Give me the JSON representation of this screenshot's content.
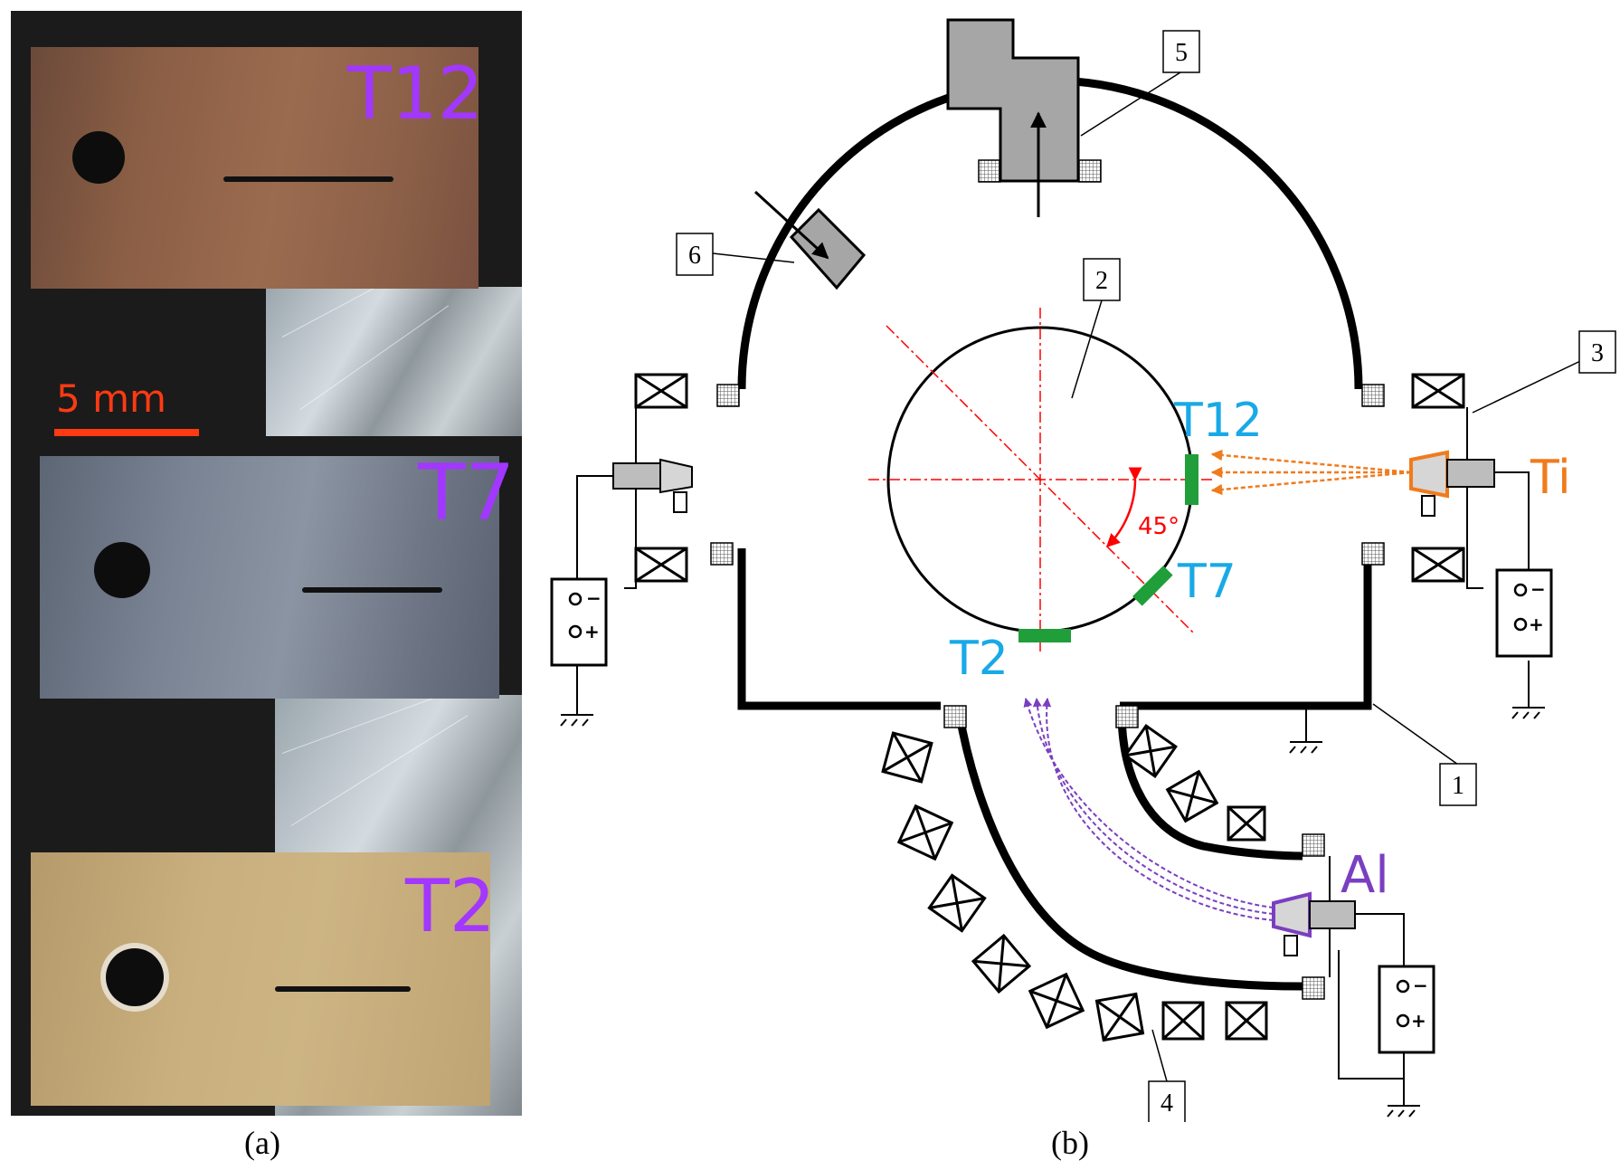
{
  "panel_a": {
    "caption": "(a)",
    "scale_label": "5 mm",
    "samples": [
      "T12",
      "T7",
      "T2"
    ]
  },
  "panel_b": {
    "caption": "(b)",
    "callouts": [
      "1",
      "2",
      "3",
      "4",
      "5",
      "6"
    ],
    "sample_labels": [
      "T12",
      "T7",
      "T2"
    ],
    "angle_label": "45°",
    "sources": [
      "Ti",
      "Al"
    ]
  },
  "colors": {
    "sample_label": "#a237ff",
    "scale_bar": "#ff3a12",
    "sample_tag": "#19a9e6",
    "angle": "#ff0000",
    "ti_flux": "#f07b1c",
    "al_flux": "#7a3fc0",
    "sample_marker": "#1f9e3a",
    "wall": "#000000",
    "port": "#a6a6a6"
  }
}
